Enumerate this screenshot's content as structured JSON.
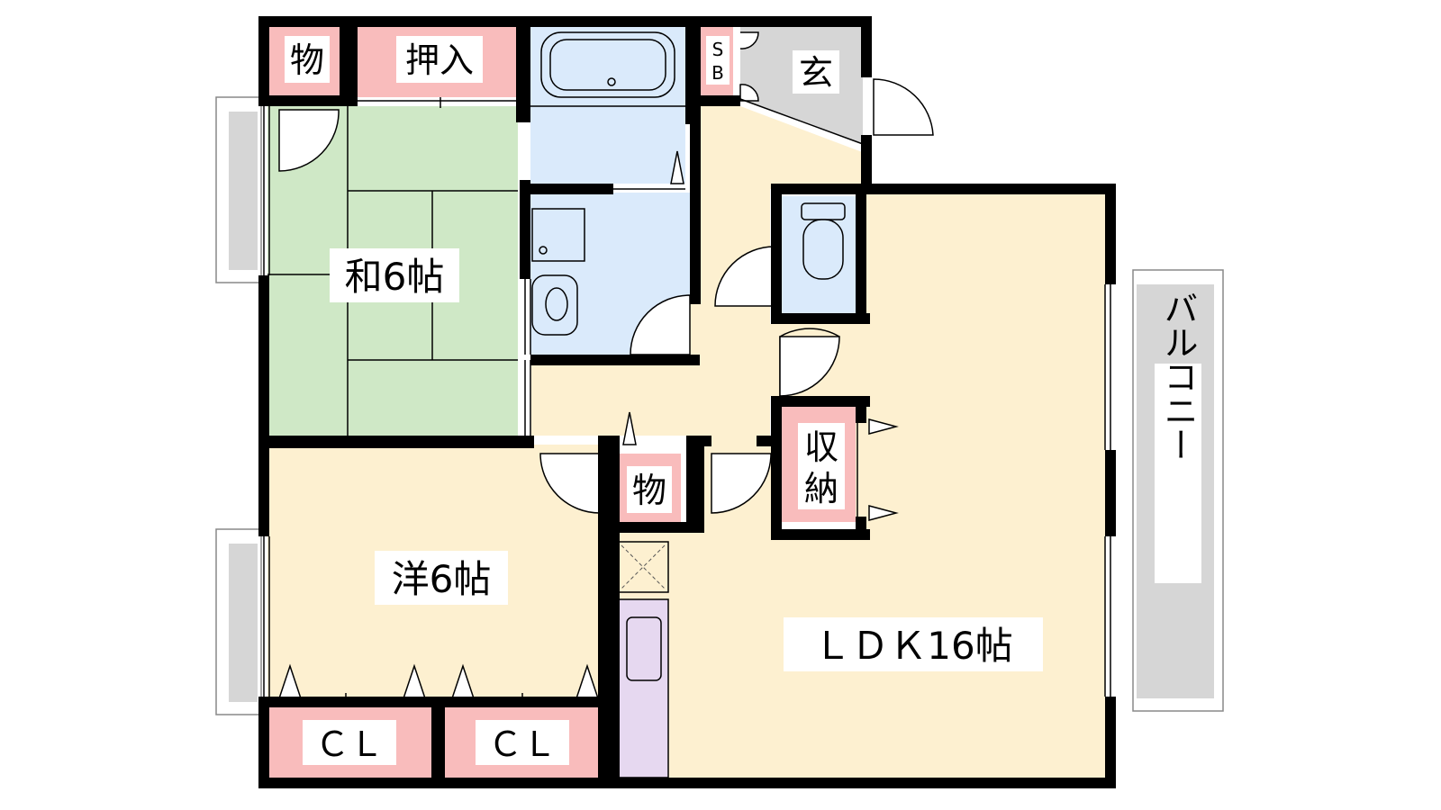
{
  "colors": {
    "wall": "#000000",
    "tatami": "#cfe8c6",
    "wood": "#fdf0d0",
    "water": "#daeafb",
    "storage": "#f9bcbc",
    "entrance": "#d6d6d6",
    "balcony": "#d6d6d6",
    "kitchen": "#e6d8f0"
  },
  "rooms": {
    "washitsu": "和6帖",
    "youshitsu": "洋6帖",
    "ldk": "ＬＤＫ16帖",
    "oshiire": "押入",
    "mono_top": "物",
    "mono_center": "物",
    "genkan": "玄",
    "shoe_box_s": "S",
    "shoe_box_b": "B",
    "shuno_1": "収",
    "shuno_2": "納",
    "cl_left": "ＣＬ",
    "cl_right": "ＣＬ",
    "balcony": "バルコニー"
  }
}
